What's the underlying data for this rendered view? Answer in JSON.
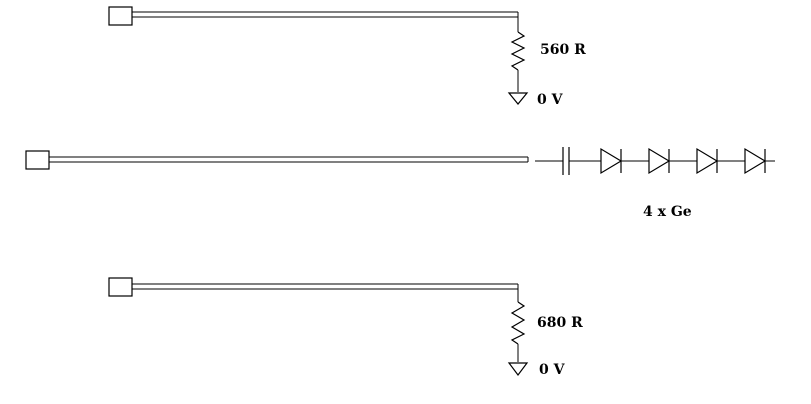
{
  "circuits": [
    {
      "resistor_label": "560 R",
      "ground_label": "0 V"
    },
    {
      "diode_label": "4 x Ge"
    },
    {
      "resistor_label": "680 R",
      "ground_label": "0 V"
    }
  ],
  "colors": {
    "line": "#000000",
    "background": "#ffffff"
  }
}
